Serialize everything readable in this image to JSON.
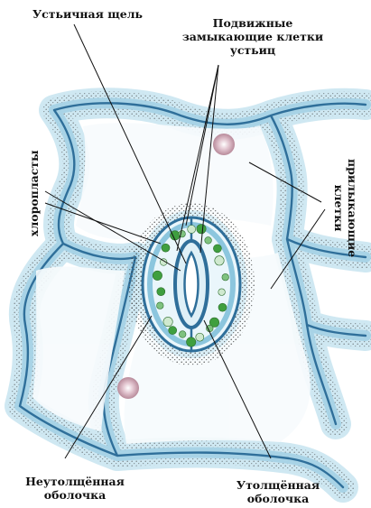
{
  "labels": {
    "stomatal_pore": "Устьичная щель",
    "guard_cells": [
      "Подвижные",
      "замыкающие клетки",
      "устьиц"
    ],
    "chloroplasts": "хлоропласты",
    "subsidiary_cells": [
      "прилыкающие",
      "клетки"
    ],
    "thin_wall": [
      "Неутолщённая",
      "оболочка"
    ],
    "thick_wall": [
      "Утолщённая",
      "оболочка"
    ]
  },
  "colors": {
    "cell_wall": "#2f6f9a",
    "cell_wall_halo": "#bfe2ef",
    "chloroplast": "#3f9f3f",
    "nucleus": "#c8a6b2",
    "stipple": "#3a3a3a"
  }
}
